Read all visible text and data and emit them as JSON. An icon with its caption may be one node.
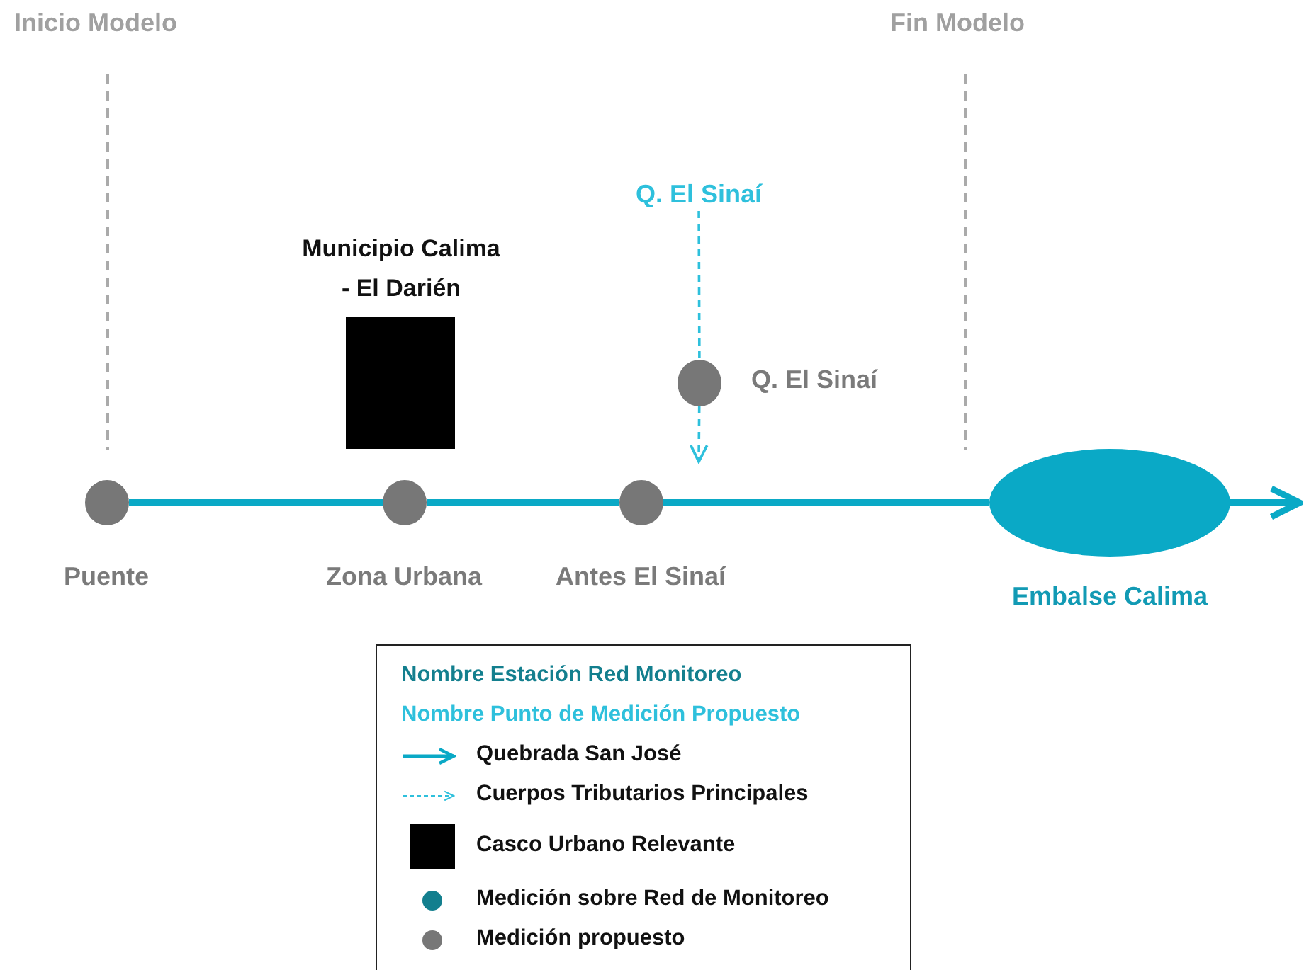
{
  "diagram": {
    "nodes": [
      {
        "text": [],
        "shape": "circle",
        "beside": [
          "Puente"
        ]
      },
      {
        "text": [],
        "shape": "circle",
        "beside": [
          "Zona Urbana"
        ]
      },
      {
        "text": [],
        "shape": "circle",
        "beside": [
          "Antes El Sinaí"
        ]
      },
      {
        "text": [],
        "shape": "ellipse",
        "beside": [
          "Embalse Calima"
        ]
      },
      {
        "text": [
          "Q. El Sinaí"
        ]
      },
      {
        "text": [],
        "shape": "circle",
        "beside": [
          "Q. El Sinaí"
        ]
      },
      {
        "text": [],
        "shape": "box",
        "beside": [
          "Municipio Calima - El Darién"
        ]
      }
    ],
    "edges": [
      {
        "from": 0,
        "to": 1,
        "arrow": "none"
      },
      {
        "from": 1,
        "to": 2,
        "arrow": "none"
      },
      {
        "from": 2,
        "to": 3,
        "arrow": "none"
      },
      {
        "from": 3,
        "to": null,
        "arrow": "to"
      },
      {
        "from": 4,
        "to": 5,
        "arrow": "none",
        "style": "dashed"
      },
      {
        "from": 5,
        "to": null,
        "arrow": "to",
        "style": "dashed"
      }
    ],
    "labels": [
      "Inicio Modelo",
      "Fin Modelo"
    ],
    "legend": [
      {
        "text": "Nombre Estación Red Monitoreo",
        "color": "#137f8e"
      },
      {
        "text": "Nombre Punto de Medición Propuesto",
        "color": "#2ec0dc"
      },
      {
        "text": "Quebrada San José"
      },
      {
        "text": "Cuerpos Tributarios Principales"
      },
      {
        "text": "Casco Urbano Relevante",
        "color": "#000000"
      },
      {
        "text": "Medición sobre Red de Monitoreo",
        "color": "#137f8e"
      },
      {
        "text": "Medición propuesto",
        "color": "#777777"
      }
    ]
  }
}
